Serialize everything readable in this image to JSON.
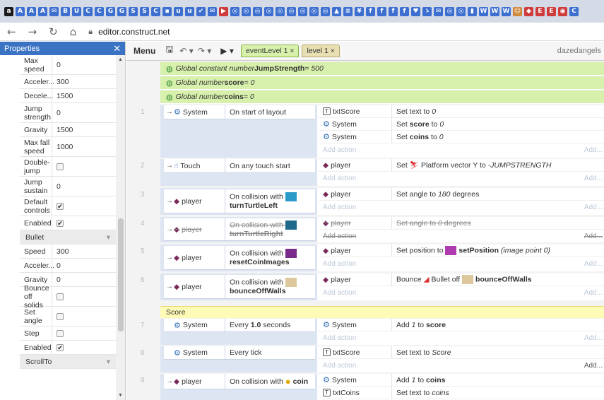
{
  "browser": {
    "url": "editor.construct.net"
  },
  "bookmarks": [
    {
      "n": "amazon",
      "c": "#1a1a1a",
      "t": "a"
    },
    {
      "n": "ad",
      "c": "#3c6fd0",
      "t": "A"
    },
    {
      "n": "ad",
      "c": "#3c6fd0",
      "t": "A"
    },
    {
      "n": "ad",
      "c": "#3c6fd0",
      "t": "A"
    },
    {
      "n": "mail",
      "c": "#3c6fd0",
      "t": "✉"
    },
    {
      "n": "bi",
      "c": "#3c6fd0",
      "t": "B"
    },
    {
      "n": "u",
      "c": "#3c6fd0",
      "t": "U"
    },
    {
      "n": "c",
      "c": "#3c6fd0",
      "t": "C"
    },
    {
      "n": "c",
      "c": "#3c6fd0",
      "t": "C"
    },
    {
      "n": "g",
      "c": "#3c6fd0",
      "t": "G"
    },
    {
      "n": "g",
      "c": "#3c6fd0",
      "t": "G"
    },
    {
      "n": "sa",
      "c": "#3c6fd0",
      "t": "S"
    },
    {
      "n": "s",
      "c": "#3c6fd0",
      "t": "S"
    },
    {
      "n": "c",
      "c": "#3c6fd0",
      "t": "C"
    },
    {
      "n": "m",
      "c": "#3c6fd0",
      "t": "▪"
    },
    {
      "n": "u",
      "c": "#3c6fd0",
      "t": "u"
    },
    {
      "n": "u",
      "c": "#3c6fd0",
      "t": "u"
    },
    {
      "n": "v",
      "c": "#3c6fd0",
      "t": "✔"
    },
    {
      "n": "mail",
      "c": "#3c6fd0",
      "t": "✉"
    },
    {
      "n": "red",
      "c": "#d03c3c",
      "t": "▶"
    },
    {
      "n": "g",
      "c": "#3c6fd0",
      "t": "◎"
    },
    {
      "n": "g",
      "c": "#3c6fd0",
      "t": "◎"
    },
    {
      "n": "g",
      "c": "#3c6fd0",
      "t": "◎"
    },
    {
      "n": "g",
      "c": "#3c6fd0",
      "t": "◎"
    },
    {
      "n": "g",
      "c": "#3c6fd0",
      "t": "◎"
    },
    {
      "n": "g",
      "c": "#3c6fd0",
      "t": "◎"
    },
    {
      "n": "g",
      "c": "#3c6fd0",
      "t": "◎"
    },
    {
      "n": "g",
      "c": "#3c6fd0",
      "t": "◎"
    },
    {
      "n": "g",
      "c": "#3c6fd0",
      "t": "◎"
    },
    {
      "n": "drive",
      "c": "#3c6fd0",
      "t": "▲"
    },
    {
      "n": "doc",
      "c": "#3c6fd0",
      "t": "≡"
    },
    {
      "n": "y",
      "c": "#3c6fd0",
      "t": "¥"
    },
    {
      "n": "fb",
      "c": "#3c6fd0",
      "t": "f"
    },
    {
      "n": "fb",
      "c": "#3c6fd0",
      "t": "f"
    },
    {
      "n": "fb",
      "c": "#3c6fd0",
      "t": "f"
    },
    {
      "n": "fb",
      "c": "#3c6fd0",
      "t": "f"
    },
    {
      "n": "tw",
      "c": "#3c6fd0",
      "t": "♥"
    },
    {
      "n": "x",
      "c": "#3c6fd0",
      "t": "ゝ"
    },
    {
      "n": "mail",
      "c": "#3c6fd0",
      "t": "✉"
    },
    {
      "n": "g",
      "c": "#3c6fd0",
      "t": "◎"
    },
    {
      "n": "g",
      "c": "#3c6fd0",
      "t": "◎"
    },
    {
      "n": "doc",
      "c": "#3c6fd0",
      "t": "▮"
    },
    {
      "n": "wp",
      "c": "#3c6fd0",
      "t": "W"
    },
    {
      "n": "wp",
      "c": "#3c6fd0",
      "t": "W"
    },
    {
      "n": "wp",
      "c": "#3c6fd0",
      "t": "W"
    },
    {
      "n": "img",
      "c": "#d08a3c",
      "t": "☺"
    },
    {
      "n": "shield",
      "c": "#d03c3c",
      "t": "◆"
    },
    {
      "n": "e",
      "c": "#d03c3c",
      "t": "E"
    },
    {
      "n": "e",
      "c": "#d03c3c",
      "t": "E"
    },
    {
      "n": "bug",
      "c": "#d03c3c",
      "t": "◉"
    },
    {
      "n": "c",
      "c": "#3c6fd0",
      "t": "C"
    }
  ],
  "properties": {
    "title": "Properties",
    "rows": [
      {
        "name": "Max speed",
        "value": "0",
        "h": 28
      },
      {
        "name": "Acceler...",
        "value": "300",
        "h": 20
      },
      {
        "name": "Decele...",
        "value": "1500",
        "h": 20
      },
      {
        "name": "Jump strength",
        "value": "0",
        "h": 28
      },
      {
        "name": "Gravity",
        "value": "1500",
        "h": 20
      },
      {
        "name": "Max fall speed",
        "value": "1000",
        "h": 28
      },
      {
        "name": "Double-jump",
        "check": false,
        "h": 28
      },
      {
        "name": "Jump sustain",
        "value": "0",
        "h": 28
      },
      {
        "name": "Default controls",
        "check": true,
        "h": 28
      },
      {
        "name": "Enabled",
        "check": true,
        "h": 20
      },
      {
        "section": "Bullet",
        "h": 20
      },
      {
        "name": "Speed",
        "value": "300",
        "h": 20
      },
      {
        "name": "Acceler...",
        "value": "0",
        "h": 20
      },
      {
        "name": "Gravity",
        "value": "0",
        "h": 20
      },
      {
        "name": "Bounce off solids",
        "check": false,
        "h": 28
      },
      {
        "name": "Set angle",
        "check": false,
        "h": 28
      },
      {
        "name": "Step",
        "check": false,
        "h": 20
      },
      {
        "name": "Enabled",
        "check": true,
        "h": 20
      },
      {
        "section": "ScrollTo",
        "h": 20
      }
    ]
  },
  "toolbar": {
    "menu": "Menu",
    "tab1": "eventLevel 1 ×",
    "tab2": "level 1 ×",
    "user": "dazedangels"
  },
  "globals": [
    {
      "kw": "Global constant number ",
      "name": "JumpStrength",
      "rest": " = 500"
    },
    {
      "kw": "Global number ",
      "name": "score",
      "rest": " = 0"
    },
    {
      "kw": "Global number ",
      "name": "coins",
      "rest": " = 0"
    }
  ],
  "group_label": "Score",
  "add_action": "Add action",
  "add_short": "Add..."
}
